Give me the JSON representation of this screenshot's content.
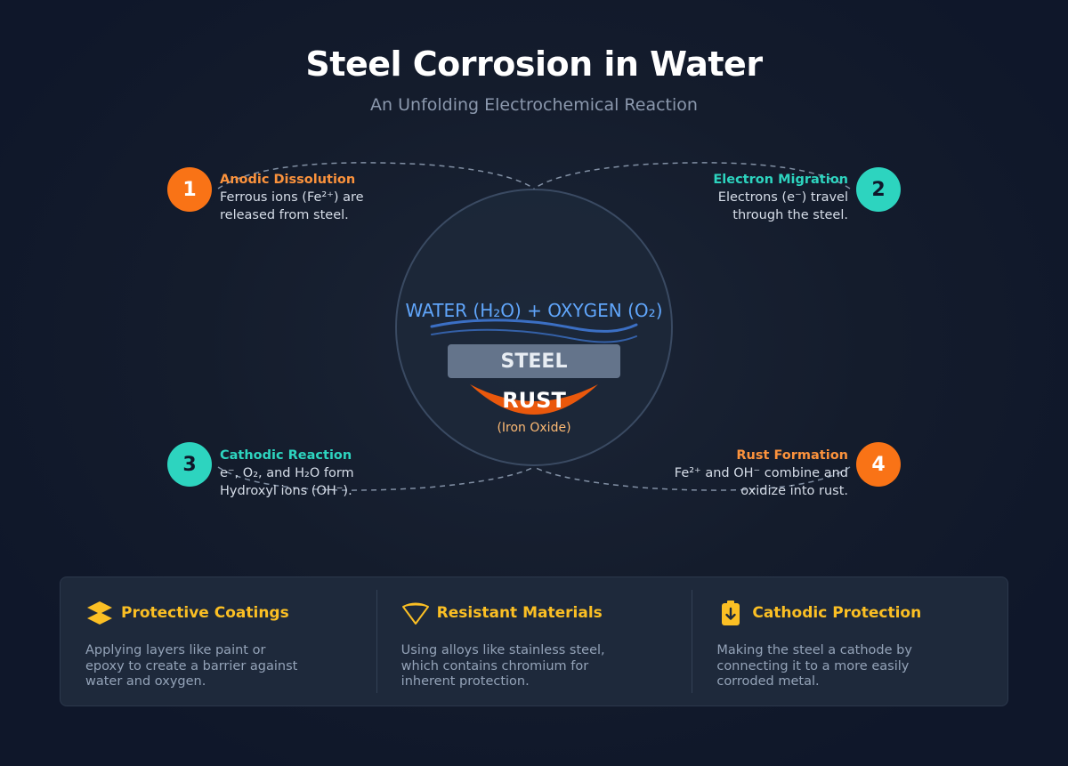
{
  "header": {
    "title": "Steel Corrosion in Water",
    "subtitle": "An Unfolding Electrochemical Reaction"
  },
  "colors": {
    "background": "#0f172a",
    "orange": "#f97316",
    "teal": "#2dd4bf",
    "water_blue": "#60a5fa",
    "steel_gray": "#64748b",
    "rust_orange": "#ea580c",
    "accent_yellow": "#fbbf24"
  },
  "center": {
    "water_label": "WATER (H₂O) + OXYGEN (O₂)",
    "steel_label": "STEEL",
    "rust_label": "RUST",
    "rust_sublabel": "(Iron Oxide)"
  },
  "steps": [
    {
      "number": "1",
      "title": "Anodic Dissolution",
      "desc_lines": [
        "Ferrous ions (Fe²⁺) are",
        "released from steel."
      ],
      "color": "orange"
    },
    {
      "number": "2",
      "title": "Electron Migration",
      "desc_lines": [
        "Electrons (e⁻) travel",
        "through the steel."
      ],
      "color": "teal"
    },
    {
      "number": "3",
      "title": "Cathodic Reaction",
      "desc_lines": [
        "e⁻, O₂, and H₂O form",
        "Hydroxyl ions (OH⁻)."
      ],
      "color": "teal"
    },
    {
      "number": "4",
      "title": "Rust Formation",
      "desc_lines": [
        "Fe²⁺ and OH⁻ combine and",
        "oxidize into rust."
      ],
      "color": "orange"
    }
  ],
  "prevention": [
    {
      "icon": "layers-icon",
      "title": "Protective Coatings",
      "desc": "Applying layers like paint or epoxy to create a barrier against water and oxygen."
    },
    {
      "icon": "gem-icon",
      "title": "Resistant Materials",
      "desc": "Using alloys like stainless steel, which contains chromium for inherent protection."
    },
    {
      "icon": "battery-icon",
      "title": "Cathodic Protection",
      "desc": "Making the steel a cathode by connecting it to a more easily corroded metal."
    }
  ]
}
